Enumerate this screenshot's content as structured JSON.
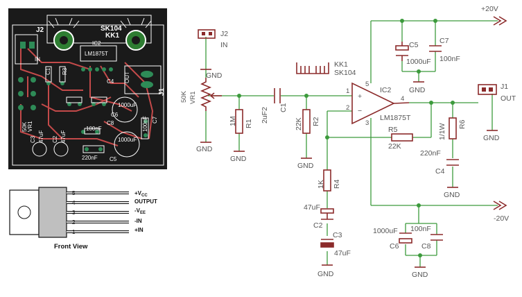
{
  "pcb": {
    "labels": {
      "j2": "J2",
      "in": "IN",
      "sk104": "SK104",
      "kk1": "KK1",
      "ic2": "IC2",
      "part": "LM1875T",
      "out": "OUT",
      "j1": "J1",
      "c8": "C8",
      "c1": "C1",
      "c4": "C4",
      "c7": "C7",
      "c6": "C6",
      "c3": "C3",
      "c2": "C2",
      "vr1": "VR1",
      "vr_val": "50K",
      "r3": "R3",
      "c5": "C5",
      "c6_val": "1000uF",
      "c5_val": "1000uF",
      "c8_val": "100nF",
      "c4_val": "220nF",
      "c2_val": "47uF",
      "c3_val": "47uF",
      "c7_val": "100nF"
    }
  },
  "pinout": {
    "pins": [
      {
        "num": "5",
        "label": "+V",
        "sub": "CC"
      },
      {
        "num": "4",
        "label": "OUTPUT",
        "sub": ""
      },
      {
        "num": "3",
        "label": "-V",
        "sub": "EE"
      },
      {
        "num": "2",
        "label": "-IN",
        "sub": ""
      },
      {
        "num": "1",
        "label": "+IN",
        "sub": ""
      }
    ],
    "caption": "Front View"
  },
  "schematic": {
    "j2": {
      "name": "J2",
      "text": "IN",
      "gnd": "GND"
    },
    "vr1": {
      "name": "VR1",
      "value": "50K",
      "gnd": "GND"
    },
    "r1": {
      "name": "R1",
      "value": "1M",
      "gnd": "GND"
    },
    "c1": {
      "name": "C1",
      "value": "2uF2"
    },
    "r2": {
      "name": "R2",
      "value": "22K",
      "gnd": "GND"
    },
    "heatsink": {
      "name": "KK1",
      "part": "SK104"
    },
    "ic2": {
      "name": "IC2",
      "part": "LM1875T",
      "pins": [
        "1",
        "2",
        "3",
        "4",
        "5"
      ]
    },
    "r5": {
      "name": "R5",
      "value": "22K"
    },
    "r4": {
      "name": "R4",
      "value": "1K"
    },
    "c2": {
      "name": "C2",
      "value": "47uF"
    },
    "c3": {
      "name": "C3",
      "value": "47uF",
      "gnd": "GND"
    },
    "c5": {
      "name": "C5",
      "value": "1000uF",
      "gnd": "GND"
    },
    "c7": {
      "name": "C7",
      "value": "100nF"
    },
    "rail_pos": "+20V",
    "rail_neg": "-20V",
    "j1": {
      "name": "J1",
      "text": "OUT",
      "gnd": "GND"
    },
    "r6": {
      "name": "R6",
      "value": "1/1W"
    },
    "c4": {
      "name": "C4",
      "value": "220nF",
      "gnd": "GND"
    },
    "c6": {
      "name": "C6",
      "value": "1000uF",
      "gnd": "GND"
    },
    "c8": {
      "name": "C8",
      "value": "100nF"
    }
  },
  "colors": {
    "wire": "#3c9a3c",
    "component": "#8b2a2a",
    "label": "#555555",
    "pcb_bg": "#1a1a1a",
    "pcb_copper": "#c44a4a",
    "pad": "#2e8b57"
  }
}
